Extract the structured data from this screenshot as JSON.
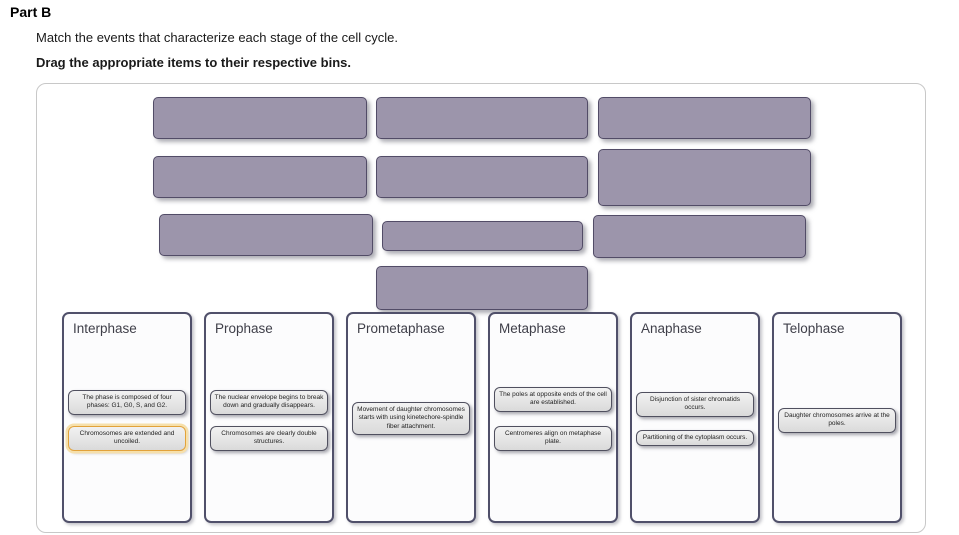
{
  "header": {
    "part_label": "Part B",
    "instruction": "Match the events that characterize each stage of the cell cycle.",
    "drag_instruction": "Drag the appropriate items to their respective bins."
  },
  "drag_area": {
    "blank_tile_count": 10,
    "tile_fill_color": "#9c95ab",
    "tile_border_color": "#524c67"
  },
  "colors": {
    "chip_fill": "#e6e6e6",
    "chip_border": "#50505f",
    "highlight_border": "#e2a23a",
    "highlight_glow": "#f6e0ac",
    "bin_border": "#50506a"
  },
  "bins": [
    {
      "label": "Interphase",
      "items": [
        {
          "text": "The phase is composed of four phases: G1, G0, S, and G2.",
          "highlighted": false
        },
        {
          "text": "Chromosomes are extended and uncoiled.",
          "highlighted": true
        }
      ]
    },
    {
      "label": "Prophase",
      "items": [
        {
          "text": "The nuclear envelope begins to break down and gradually disappears.",
          "highlighted": false
        },
        {
          "text": "Chromosomes are clearly double structures.",
          "highlighted": false
        }
      ]
    },
    {
      "label": "Prometaphase",
      "items": [
        {
          "text": "Movement of daughter chromosomes starts with using kinetechore-spindle fiber attachment.",
          "highlighted": false
        }
      ]
    },
    {
      "label": "Metaphase",
      "items": [
        {
          "text": "The poles at opposite ends of the cell are established.",
          "highlighted": false
        },
        {
          "text": "Centromeres align on metaphase plate.",
          "highlighted": false
        }
      ]
    },
    {
      "label": "Anaphase",
      "items": [
        {
          "text": "Disjunction of sister chromatids occurs.",
          "highlighted": false
        },
        {
          "text": "Partitioning of the cytoplasm occurs.",
          "highlighted": false
        }
      ]
    },
    {
      "label": "Telophase",
      "items": [
        {
          "text": "Daughter chromosomes arrive at the poles.",
          "highlighted": false
        }
      ]
    }
  ]
}
